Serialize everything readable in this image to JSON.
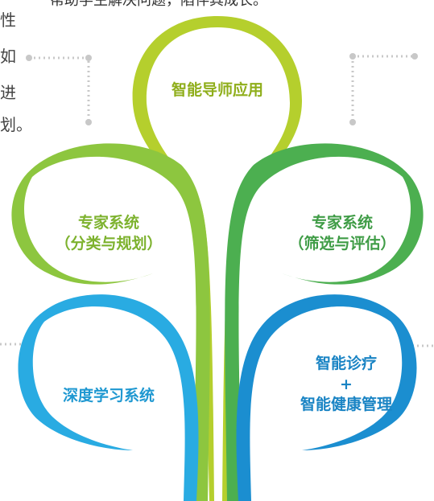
{
  "colors": {
    "top_leaf": "#b5cf2d",
    "left_mid_leaf": "#8dc63f",
    "right_mid_leaf": "#4caf50",
    "left_bottom_leaf": "#29abe2",
    "right_bottom_leaf": "#1b8ed0",
    "dots": "#c8c8c8"
  },
  "header_fragment": "帮助学生解决问题，陷伴其成长。",
  "side_text": [
    "性",
    "如",
    "进",
    "划。"
  ],
  "leaves": {
    "top": {
      "line1": "智能导师应用"
    },
    "left_mid": {
      "line1": "专家系统",
      "line2": "（分类与规划）"
    },
    "right_mid": {
      "line1": "专家系统",
      "line2": "（筛选与评估）"
    },
    "left_bottom": {
      "line1": "深度学习系统"
    },
    "right_bottom": {
      "line1": "智能诊疗",
      "line2": "+",
      "line3": "智能健康管理"
    }
  }
}
